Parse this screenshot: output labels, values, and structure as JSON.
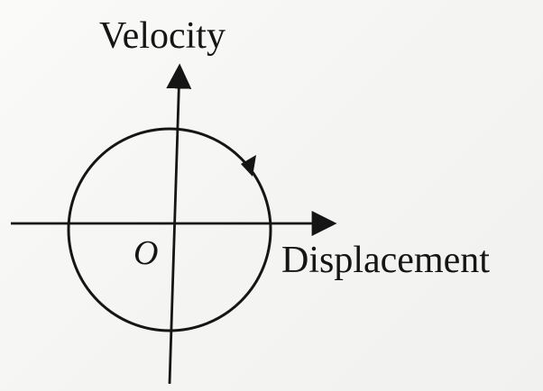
{
  "diagram": {
    "y_axis_label": "Velocity",
    "x_axis_label": "Displacement",
    "origin_label": "O",
    "stroke_color": "#151515"
  }
}
